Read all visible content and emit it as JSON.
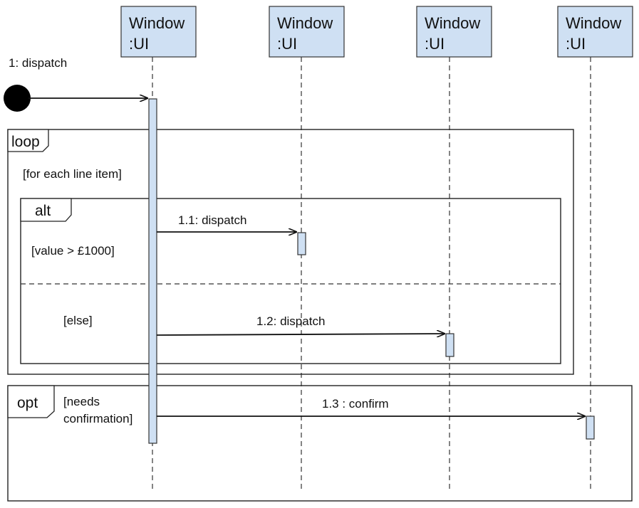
{
  "lifelines": [
    {
      "line1": "Window",
      "line2": ":UI"
    },
    {
      "line1": "Window",
      "line2": ":UI"
    },
    {
      "line1": "Window",
      "line2": ":UI"
    },
    {
      "line1": "Window",
      "line2": ":UI"
    }
  ],
  "messages": {
    "m1": "1: dispatch",
    "m11": "1.1: dispatch",
    "m12": "1.2: dispatch",
    "m13": "1.3 : confirm"
  },
  "frames": {
    "loop": {
      "tag": "loop",
      "guard": "[for each line item]"
    },
    "alt": {
      "tag": "alt",
      "guard1": "[value > £1000]",
      "guard2": "[else]"
    },
    "opt": {
      "tag": "opt",
      "guard_line1": "[needs",
      "guard_line2": "confirmation]"
    }
  },
  "colors": {
    "box_fill": "#cfe0f3",
    "stroke": "#222222"
  }
}
